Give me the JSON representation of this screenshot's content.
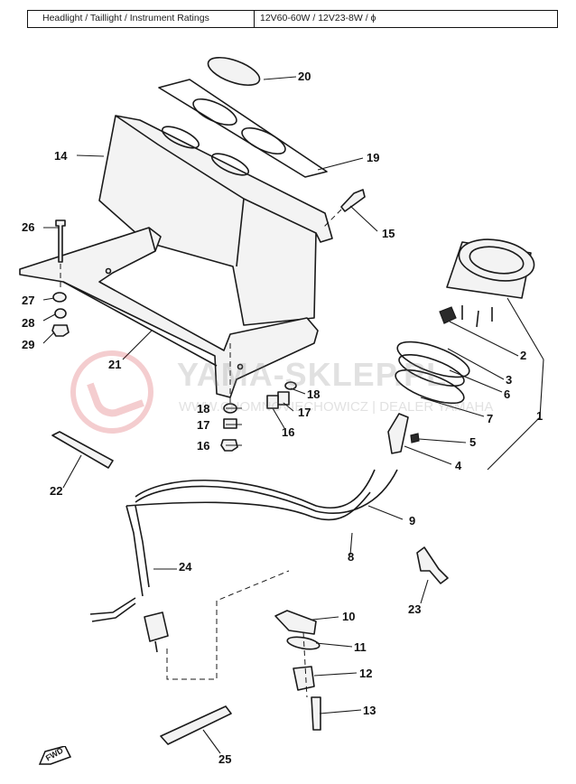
{
  "ratings_table": {
    "label": "Headlight / Taillight / Instrument Ratings",
    "value": "12V60-60W / 12V23-8W / ϕ"
  },
  "watermark": {
    "title": "YAMA-SKLEP.PL",
    "subtitle": "WWW.CHOMNOVIECHOWICZ | DEALER YAMAHA"
  },
  "fwd_label": "FWD",
  "callouts": {
    "c1": "1",
    "c2": "2",
    "c3": "3",
    "c4": "4",
    "c5": "5",
    "c6": "6",
    "c7": "7",
    "c8": "8",
    "c9": "9",
    "c10": "10",
    "c11": "11",
    "c12": "12",
    "c13": "13",
    "c14": "14",
    "c15": "15",
    "c16a": "16",
    "c16b": "16",
    "c17a": "17",
    "c17b": "17",
    "c18a": "18",
    "c18b": "18",
    "c19": "19",
    "c20": "20",
    "c21": "21",
    "c22": "22",
    "c23": "23",
    "c24": "24",
    "c25": "25",
    "c26": "26",
    "c27": "27",
    "c28": "28",
    "c29": "29"
  }
}
